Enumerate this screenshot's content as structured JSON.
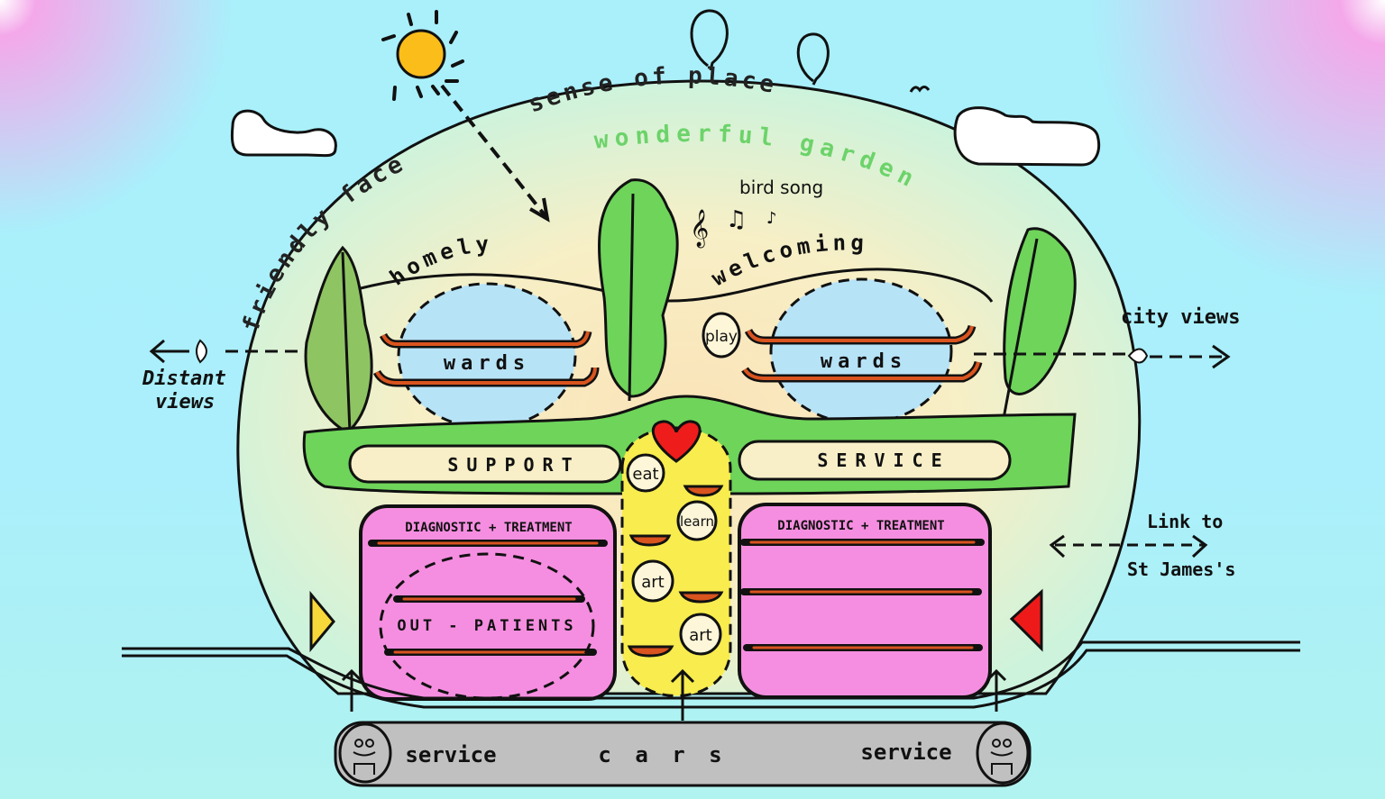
{
  "title_arc": {
    "top": "sense of place",
    "left": "friendly face",
    "garden": "wonderful garden"
  },
  "garden": {
    "homely": "homely",
    "welcoming": "welcoming",
    "bird_song": "bird song",
    "play": "play"
  },
  "wards": {
    "left": "wards",
    "right": "wards"
  },
  "band": {
    "support": "SUPPORT",
    "service": "SERVICE"
  },
  "hub": {
    "items": [
      "eat",
      "learn",
      "art",
      "art"
    ]
  },
  "diagnostic": {
    "left_title": "DIAGNOSTIC + TREATMENT",
    "right_title": "DIAGNOSTIC + TREATMENT",
    "outpatients": "OUT - PATIENTS"
  },
  "views": {
    "distant": "Distant views",
    "distant_line1": "Distant",
    "distant_line2": "views",
    "city": "city views",
    "link_line1": "Link to",
    "link_line2": "St James's"
  },
  "road": {
    "left": "service",
    "center": "c a r s",
    "right": "service"
  },
  "colors": {
    "sky": "#a9f0fb",
    "sun": "#fbbd1a",
    "garden_text": "#6cd36a",
    "leaf": "#6ed45a",
    "ward": "#b7e3f7",
    "floor": "#d9541e",
    "diagnostic": "#f58ee0",
    "hub": "#f8ec4e",
    "heart": "#ef1c1c",
    "road": "#c0c0c0",
    "entrance_left": "#f7d83a",
    "entrance_right": "#ee1a1a"
  }
}
